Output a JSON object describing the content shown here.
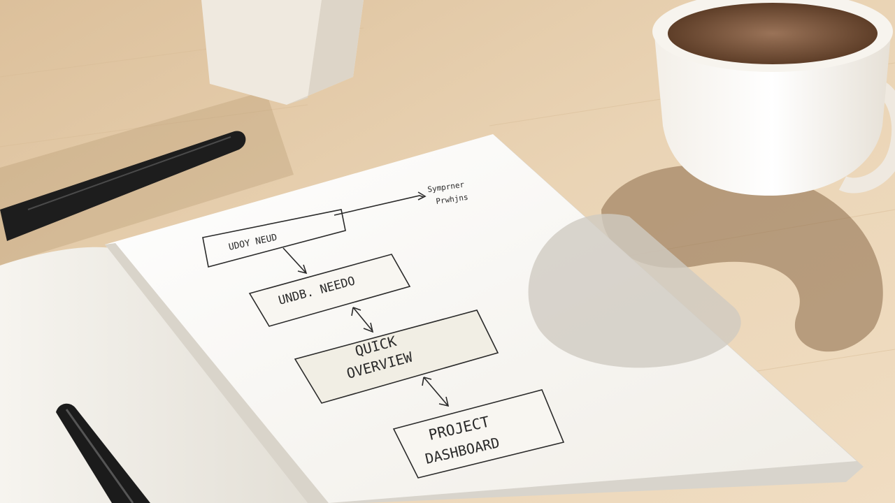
{
  "diagram": {
    "top_box": "UDOY NEUD",
    "top_note": [
      "Symprner",
      "Prwhjns"
    ],
    "box_two": "UNDB. NEEDO",
    "box_three": [
      "QUICK",
      "OVERVIEW"
    ],
    "box_four": [
      "PROJECT",
      "DASHBOARD"
    ]
  },
  "colors": {
    "desk": "#e7d0b0",
    "paper": "#f8f6f1",
    "ink": "#2a2a2a",
    "coffee": "#6e4d33",
    "box_fill": "#f1eee4"
  }
}
